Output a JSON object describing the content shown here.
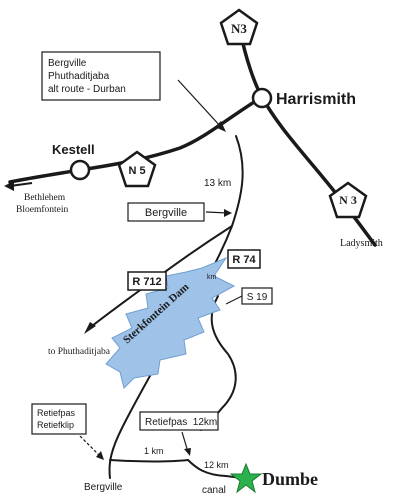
{
  "routes": {
    "n3_top": "N3",
    "n3_lower": "N 3",
    "n5": "N 5",
    "r712": "R 712",
    "r74": "R 74",
    "s19": "S 19"
  },
  "towns": {
    "harrismith": "Harrismith",
    "kestell": "Kestell",
    "ladysmith": "Ladysmith",
    "bergville_bottom": "Bergville",
    "dumbe": "Dumbe"
  },
  "callout_alt_route": {
    "line1": "Bergville",
    "line2": "Phuthaditjaba",
    "line3": "alt route - Durban"
  },
  "signs": {
    "bergville_sign": "Bergville",
    "retiefpas_sign_line1": "Retiefpas",
    "retiefpas_sign_line2": "Retiefklip",
    "retiefpas_12km": "Retiefpas  12km"
  },
  "labels": {
    "west_line1": "Bethlehem",
    "west_line2": "Bloemfontein",
    "to_phuthaditjaba": "to Phuthaditjaba",
    "dam": "Sterkfontein Dam",
    "canal": "canal"
  },
  "distances": {
    "d13": "13 km",
    "d1": "1 km",
    "d12": "12 km",
    "km_fragment": "km"
  },
  "colors": {
    "ink": "#1a1a1a",
    "dam_fill": "#9fc3e8",
    "dam_edge": "#6f9fd0",
    "star": "#2bb24c"
  }
}
